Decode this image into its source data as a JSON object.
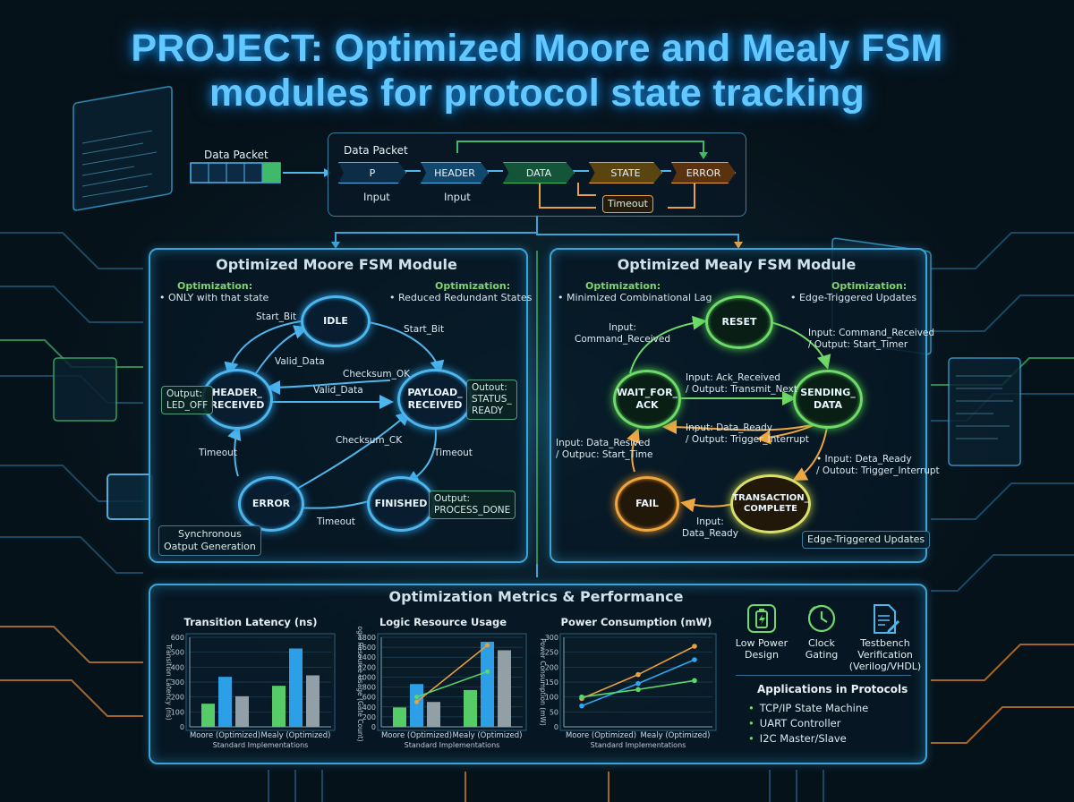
{
  "title_line1": "PROJECT: Optimized Moore and Mealy FSM",
  "title_line2": "modules for protocol state tracking",
  "pipeline": {
    "left_label": "Data Packet",
    "inner_label": "Data Packet",
    "stages": [
      "P",
      "HEADER",
      "DATA",
      "STATE",
      "ERROR"
    ],
    "input_labels": [
      "Input",
      "Input"
    ],
    "timeout_label": "Timeout"
  },
  "moore": {
    "title": "Optimized Moore FSM Module",
    "opt_left_heading": "Optimization:",
    "opt_left_text": "• ONLY with that state",
    "opt_right_heading": "Optimization:",
    "opt_right_text": "• Reduced Redundant States",
    "nodes": {
      "idle": "IDLE",
      "header": "HEADER_\nRECEIVED",
      "payload": "PAYLOAD_\nRECEIVED",
      "error": "ERROR",
      "finished": "FINISHED"
    },
    "edges": {
      "start_bit_1": "Start_Bit",
      "start_bit_2": "Start_Bit",
      "valid_data_1": "Valid_Data",
      "valid_data_2": "Valid_Data",
      "checksum_ok_1": "Checksum_OK",
      "checksum_ok_2": "Checksum_CK",
      "timeout_1": "Timeout",
      "timeout_2": "Timeout",
      "timeout_3": "Timeout"
    },
    "outputs": {
      "led": "Output:\nLED_OFF",
      "status": "Outout:\nSTATUS_\nREADY",
      "process": "Output:\nPROCESS_DONE"
    },
    "note": "Synchronous\nOatput Generation"
  },
  "mealy": {
    "title": "Optimized Mealy FSM Module",
    "opt_left_heading": "Optimization:",
    "opt_left_text": "• Minimized Combinational Lag",
    "opt_right_heading": "Optimization:",
    "opt_right_text": "• Edge-Triggered Updates",
    "nodes": {
      "reset": "RESET",
      "wait": "WAIT_FOR_\nACK",
      "sending": "SENDING_\nDATA",
      "fail": "FAIL",
      "complete": "TRANSACTION_\nCOMPLETE"
    },
    "edges": {
      "cmd_in": "Input:\nCommand_Received",
      "cmd_out": "Input: Command_Received\n/ Output: Start_Timer",
      "ack": "Input: Ack_Received\n/ Output: Transmit_Next",
      "ready_mid": "Input: Data_Ready\n/ Output: Trigger_Interrupt",
      "ready_right": "• Input: Deta_Ready\n/ Outout: Trigger_Interrupt",
      "resend": "Input: Data_Resived\n/ Outpuc: Start_Time",
      "fail_in": "Input:\nData_Ready"
    },
    "note": "Edge-Triggered Updates"
  },
  "metrics": {
    "title": "Optimization Metrics & Performance",
    "icons": [
      {
        "icon": "battery-icon",
        "label": "Low Power\nDesign"
      },
      {
        "icon": "clock-icon",
        "label": "Clock\nGating"
      },
      {
        "icon": "document-icon",
        "label": "Testbench\nVerification\n(Verilog/VHDL)"
      }
    ],
    "apps_heading": "Applications in Protocols",
    "apps": [
      "TCP/IP State Machine",
      "UART Controller",
      "I2C Master/Slave"
    ]
  },
  "chart_data": [
    {
      "type": "bar",
      "title": "Transition Latency (ns)",
      "ylabel": "Transition Latency (ns)",
      "xlabel": "Standard Implementations",
      "categories": [
        "Moore (Optimized)",
        "Mealy (Optimized)"
      ],
      "ylim": [
        0,
        600
      ],
      "yticks": [
        0,
        100,
        200,
        300,
        400,
        500,
        600
      ],
      "series": [
        {
          "values": [
            155,
            275
          ],
          "color": "#5ad66a"
        },
        {
          "values": [
            335,
            525
          ],
          "color": "#2fa7f0"
        },
        {
          "values": [
            205,
            345
          ],
          "color": "#9aa6ad"
        }
      ]
    },
    {
      "type": "bar",
      "title": "Logic Resource Usage",
      "ylabel": "Logic Resource Usage (Gate Count)",
      "xlabel": "Standard Implementations",
      "categories": [
        "Moore (Optimized)",
        "Mealy (Optimized)"
      ],
      "ylim": [
        0,
        1800
      ],
      "yticks": [
        0,
        200,
        400,
        600,
        800,
        1000,
        1200,
        1400,
        1600,
        1800
      ],
      "series": [
        {
          "values": [
            390,
            740
          ],
          "color": "#5ad66a"
        },
        {
          "values": [
            860,
            1710
          ],
          "color": "#2fa7f0"
        },
        {
          "values": [
            500,
            1540
          ],
          "color": "#9aa6ad"
        }
      ],
      "lines": [
        {
          "values": [
            500,
            1640
          ],
          "color": "#e8a040"
        },
        {
          "values": [
            600,
            1110
          ],
          "color": "#5ad66a"
        }
      ]
    },
    {
      "type": "line",
      "title": "Power Consumption (mW)",
      "ylabel": "Power Consumption (mW)",
      "xlabel": "Standard Implementations",
      "categories": [
        "Moore (Optimized)",
        "Mealy (Optimized)"
      ],
      "ylim": [
        0,
        300
      ],
      "yticks": [
        0,
        50,
        100,
        150,
        200,
        250,
        300
      ],
      "series": [
        {
          "values": [
            95,
            175,
            270
          ],
          "color": "#e8a040"
        },
        {
          "values": [
            70,
            145,
            225
          ],
          "color": "#2fa7f0"
        },
        {
          "values": [
            100,
            125,
            155
          ],
          "color": "#5ad66a"
        }
      ]
    }
  ]
}
